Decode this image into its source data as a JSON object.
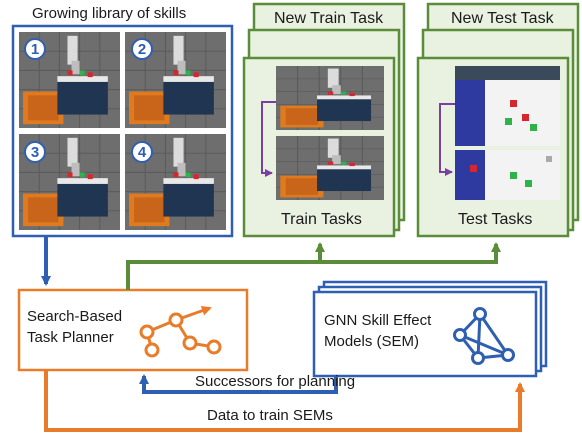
{
  "library": {
    "title": "Growing library of skills",
    "skill_numbers": [
      "1",
      "2",
      "3",
      "4"
    ]
  },
  "train_task": {
    "header": "New Train Task",
    "footer": "Train Tasks"
  },
  "test_task": {
    "header": "New Test Task",
    "footer": "Test Tasks"
  },
  "planner": {
    "line1": "Search-Based",
    "line2": "Task Planner"
  },
  "sem": {
    "line1": "GNN Skill Effect",
    "line2": "Models (SEM)"
  },
  "arrows": {
    "successors": "Successors for planning",
    "data": "Data to train SEMs"
  },
  "colors": {
    "blue": "#2f5fb0",
    "green": "#5a8d3a",
    "orange": "#e87c2b",
    "purple": "#7a3fa3",
    "panel_bg": "#e9f2e1"
  },
  "icons": [
    "graph-path-icon",
    "graph-network-icon",
    "robot-scene-icon"
  ]
}
